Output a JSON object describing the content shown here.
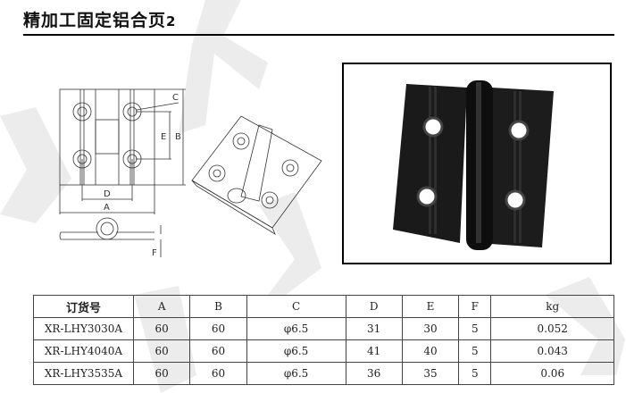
{
  "header": {
    "title": "精加工固定铝合页",
    "title_suffix": "2"
  },
  "drawing": {
    "dim_labels": [
      "A",
      "B",
      "C",
      "D",
      "E",
      "F"
    ]
  },
  "table": {
    "headers": [
      "订货号",
      "A",
      "B",
      "C",
      "D",
      "E",
      "F",
      "kg"
    ],
    "rows": [
      [
        "XR-LHY3030A",
        "60",
        "60",
        "φ6.5",
        "31",
        "30",
        "5",
        "0.052"
      ],
      [
        "XR-LHY4040A",
        "60",
        "60",
        "φ6.5",
        "41",
        "40",
        "5",
        "0.043"
      ],
      [
        "XR-LHY3535A",
        "60",
        "60",
        "φ6.5",
        "36",
        "35",
        "5",
        "0.06"
      ]
    ]
  },
  "watermark": "XR"
}
